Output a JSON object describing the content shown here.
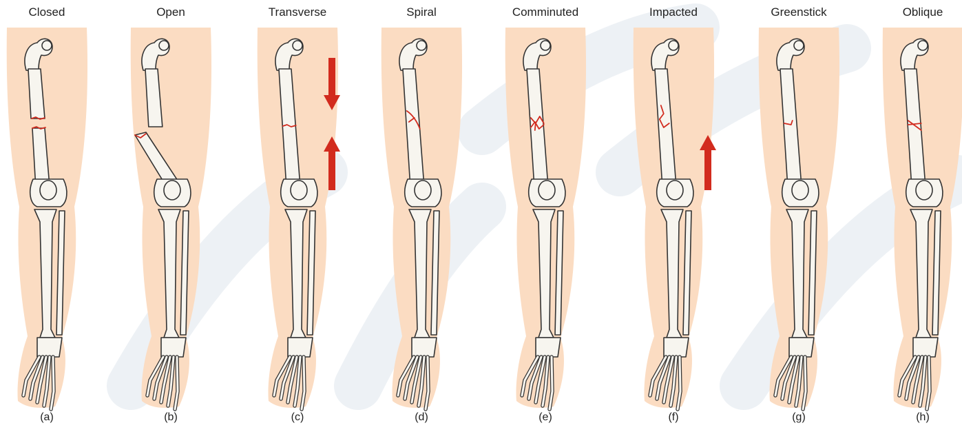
{
  "figure": {
    "panels": [
      {
        "title": "Closed",
        "letter": "(a)",
        "fracture": "closed"
      },
      {
        "title": "Open",
        "letter": "(b)",
        "fracture": "open"
      },
      {
        "title": "Transverse",
        "letter": "(c)",
        "fracture": "transverse"
      },
      {
        "title": "Spiral",
        "letter": "(d)",
        "fracture": "spiral"
      },
      {
        "title": "Comminuted",
        "letter": "(e)",
        "fracture": "comminuted"
      },
      {
        "title": "Impacted",
        "letter": "(f)",
        "fracture": "impacted"
      },
      {
        "title": "Greenstick",
        "letter": "(g)",
        "fracture": "greenstick"
      },
      {
        "title": "Oblique",
        "letter": "(h)",
        "fracture": "oblique"
      }
    ],
    "colors": {
      "skin": "#fbdcc2",
      "bone_fill": "#f7f5ef",
      "bone_outline": "#333333",
      "fracture_line": "#d22b1e",
      "arrow": "#d22b1e",
      "watermark": "#dfe5ec"
    }
  }
}
